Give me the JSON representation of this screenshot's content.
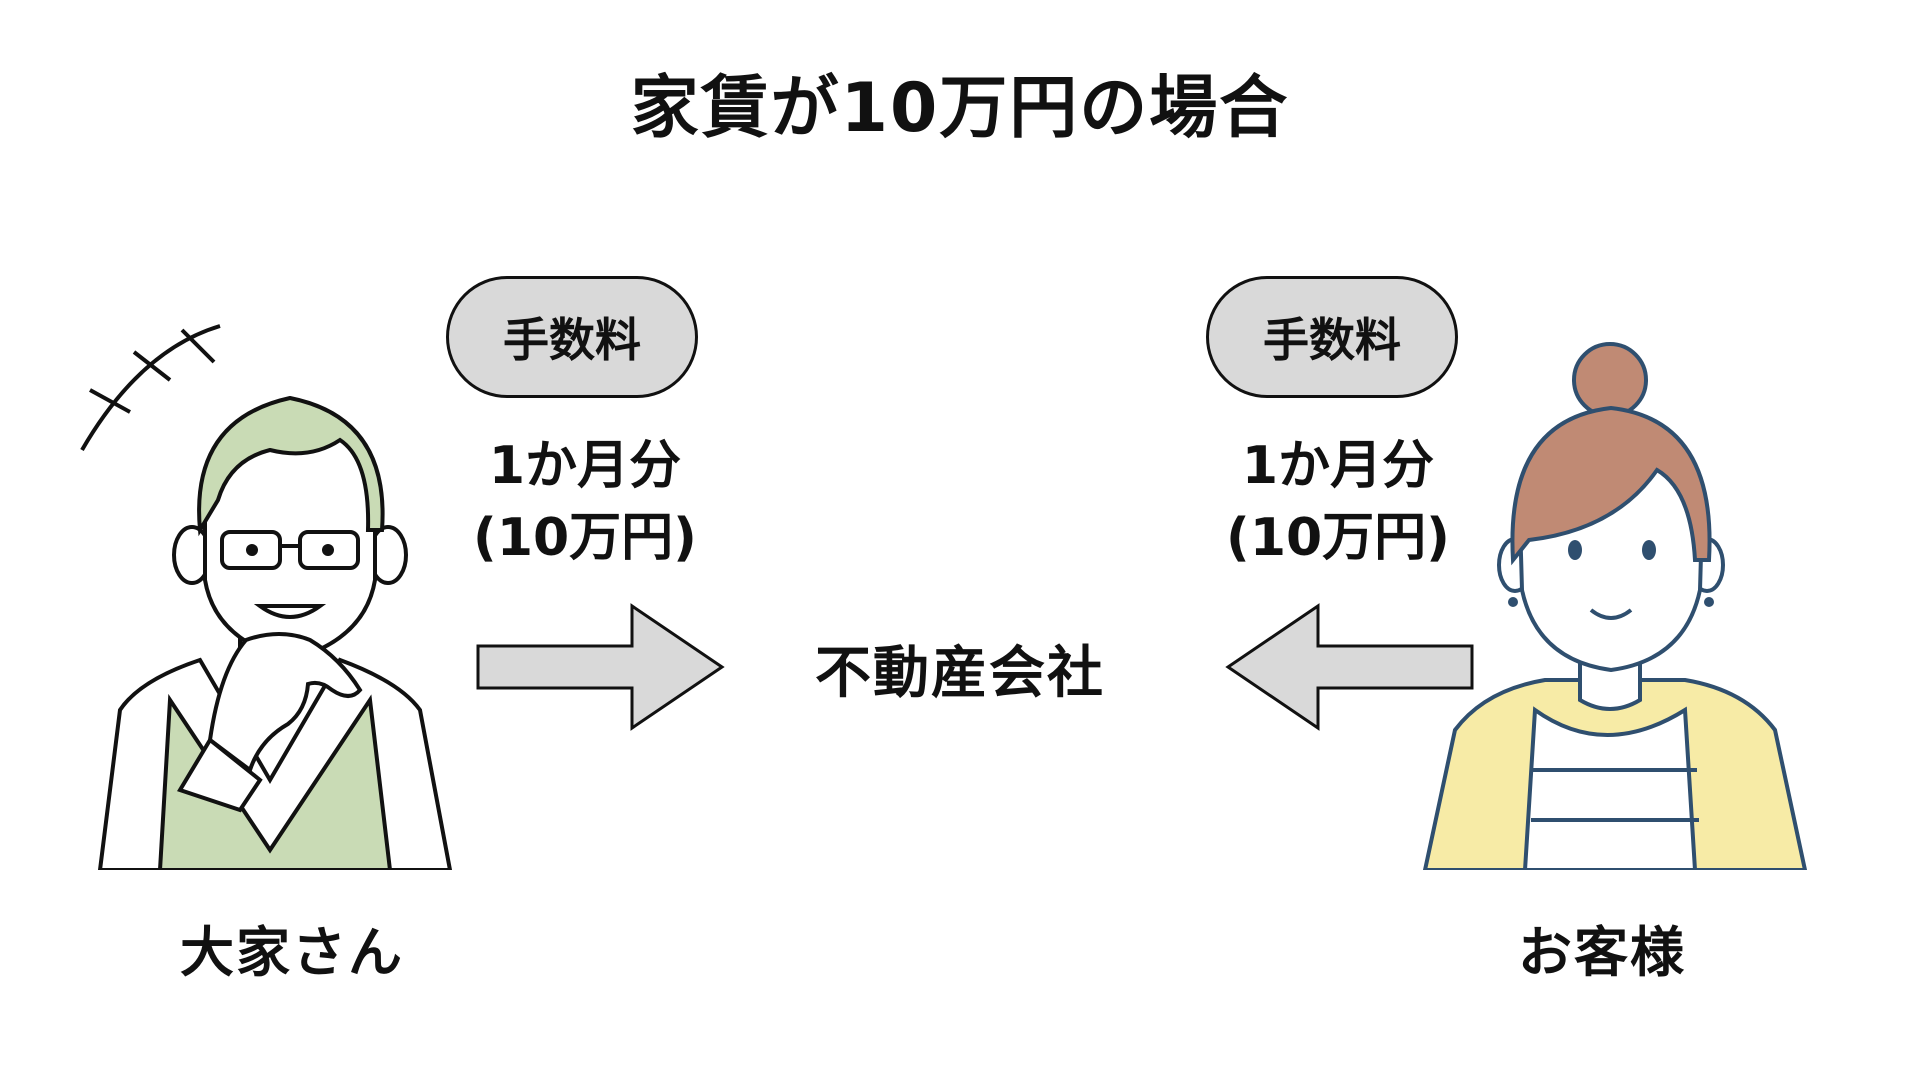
{
  "title": "家賃が10万円の場合",
  "landlord": {
    "name": "大家さん",
    "fee_label": "手数料",
    "amount_line1": "1か月分",
    "amount_line2": "(10万円)"
  },
  "customer": {
    "name": "お客様",
    "fee_label": "手数料",
    "amount_line1": "1か月分",
    "amount_line2": "(10万円)"
  },
  "center": {
    "label": "不動産会社"
  },
  "colors": {
    "pill_fill": "#d9d9d9",
    "arrow_fill": "#d9d9d9",
    "landlord_accent": "#c9dbb5",
    "customer_hair": "#c08a74",
    "customer_jacket": "#f7eba6",
    "customer_line": "#2f4f6f"
  },
  "icons": {
    "landlord": "landlord-illustration",
    "customer": "customer-illustration",
    "arrow_right": "arrow-right-icon",
    "arrow_left": "arrow-left-icon"
  }
}
